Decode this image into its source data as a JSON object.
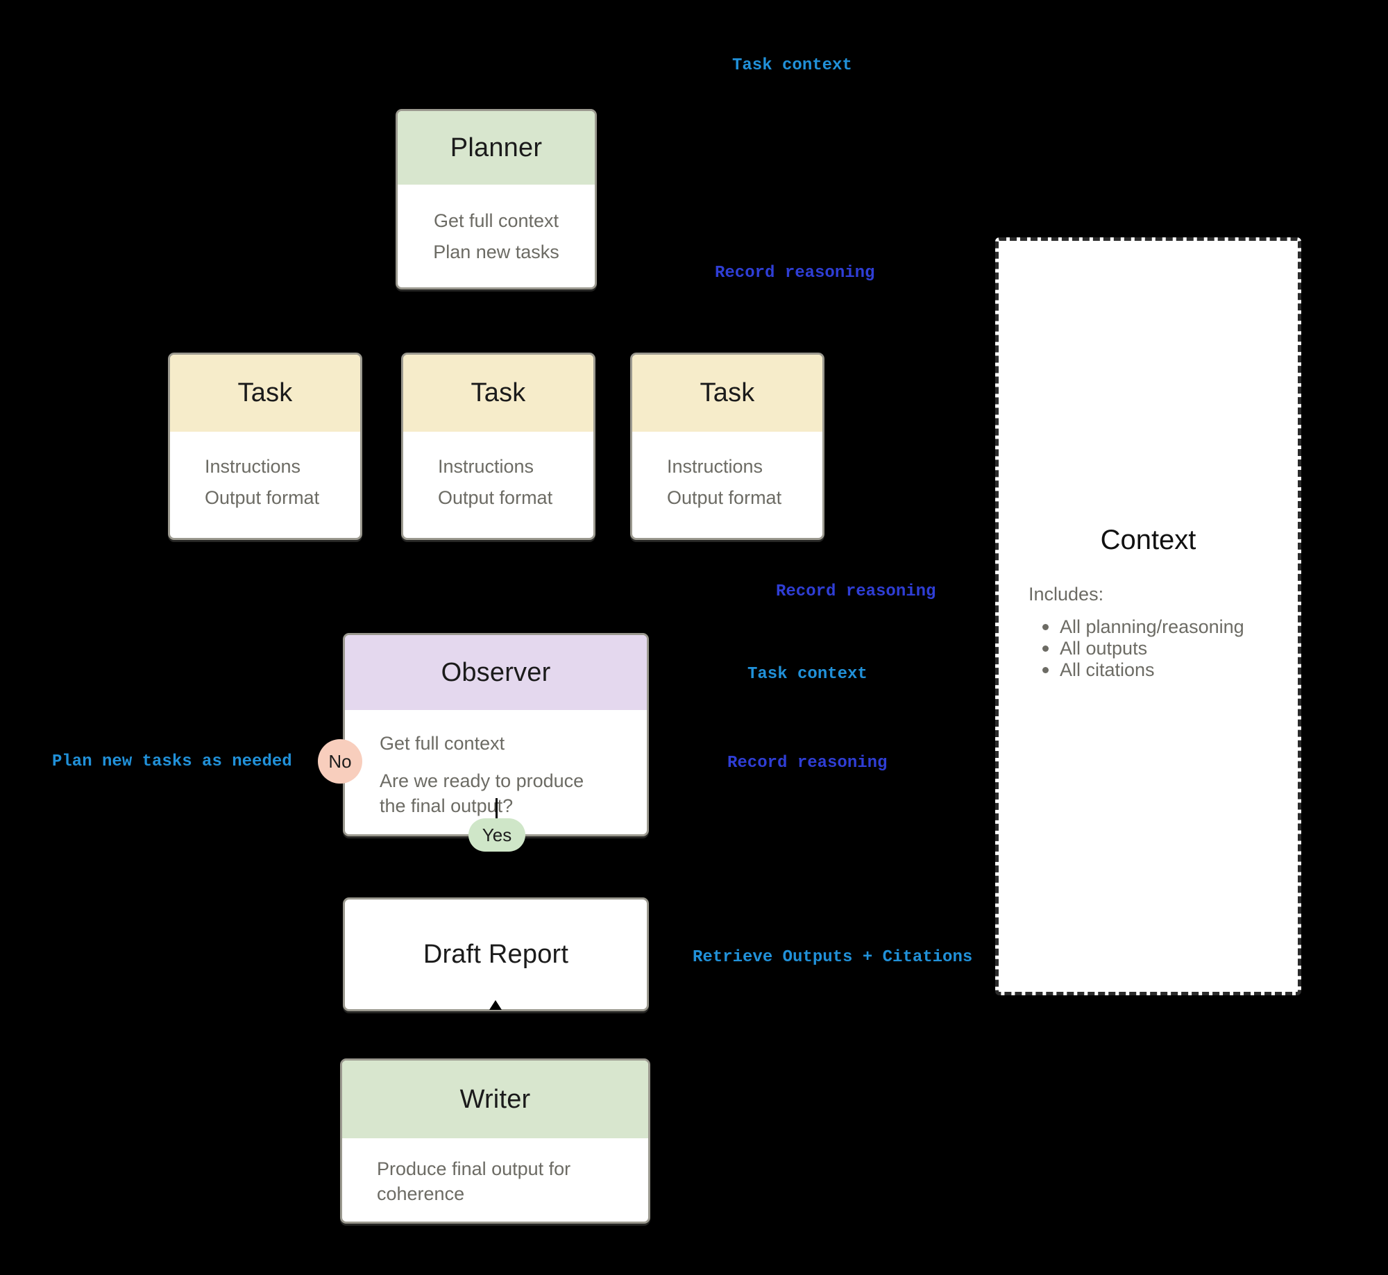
{
  "palette": {
    "background": "#000000",
    "green_header": "#d8e6ce",
    "yellow_header": "#f6ecca",
    "purple_header": "#e4d8ee",
    "no_pill": "#f8cebd",
    "yes_pill": "#cfe6c8",
    "box_border": "#9b998f",
    "context_border": "#2b2b2b",
    "title_text": "#1b1b1b",
    "body_text": "#6c6b64",
    "label_cyan": "#2191d9",
    "label_royal_blue": "#2f3ed5"
  },
  "nodes": {
    "planner": {
      "title": "Planner",
      "lines": [
        "Get full context",
        "Plan new tasks"
      ]
    },
    "tasks": [
      {
        "title": "Task",
        "lines": [
          "Instructions",
          "Output format"
        ]
      },
      {
        "title": "Task",
        "lines": [
          "Instructions",
          "Output format"
        ]
      },
      {
        "title": "Task",
        "lines": [
          "Instructions",
          "Output format"
        ]
      }
    ],
    "observer": {
      "title": "Observer",
      "line1": "Get full context",
      "question": "Are we ready to produce the final output?",
      "no_label": "No",
      "yes_label": "Yes"
    },
    "draft_report": {
      "title": "Draft Report"
    },
    "writer": {
      "title": "Writer",
      "body": "Produce final output for coherence"
    },
    "context": {
      "title": "Context",
      "includes_label": "Includes:",
      "bullets": [
        "All planning/reasoning",
        "All outputs",
        "All citations"
      ]
    }
  },
  "labels": {
    "task_context_top": "Task context",
    "record_reasoning_planner": "Record reasoning",
    "record_reasoning_tasks": "Record reasoning",
    "task_context_observer": "Task context",
    "record_reasoning_observer": "Record reasoning",
    "plan_new_tasks_loop": "Plan new tasks as needed",
    "retrieve_outputs": "Retrieve Outputs + Citations"
  }
}
